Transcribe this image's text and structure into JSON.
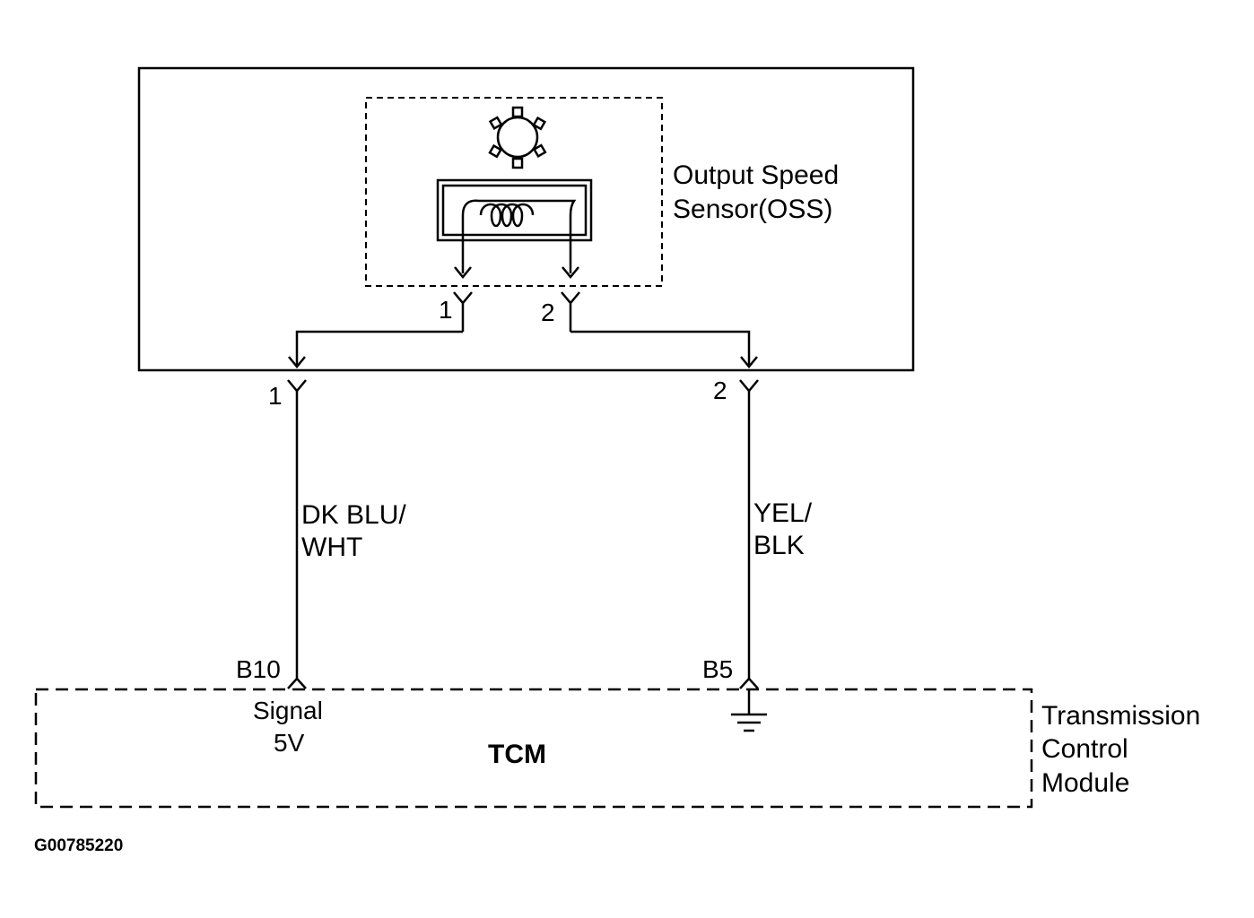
{
  "sensor": {
    "label_line1": "Output Speed",
    "label_line2": "Sensor(OSS)",
    "inner_pin1": "1",
    "inner_pin2": "2"
  },
  "harness": {
    "pin1": "1",
    "pin2": "2",
    "wire1_line1": "DK BLU/",
    "wire1_line2": "WHT",
    "wire2_line1": "YEL/",
    "wire2_line2": "BLK"
  },
  "tcm": {
    "pin_b10": "B10",
    "pin_b5": "B5",
    "signal_line1": "Signal",
    "signal_line2": "5V",
    "abbrev": "TCM",
    "label_line1": "Transmission",
    "label_line2": "Control",
    "label_line3": "Module"
  },
  "figure_id": "G00785220"
}
